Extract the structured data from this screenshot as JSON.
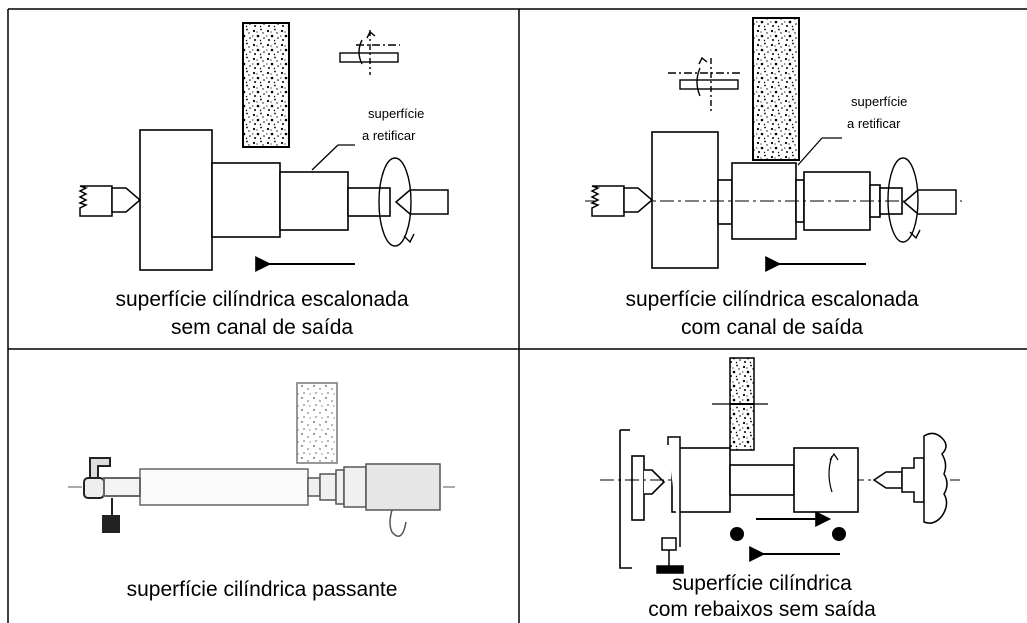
{
  "panels": [
    {
      "caption_line1": "superfície cilíndrica  escalonada",
      "caption_line2": "sem canal de saída",
      "label_line1": "superfície",
      "label_line2": "a retificar"
    },
    {
      "caption_line1": "superfície cilíndrica escalonada",
      "caption_line2": "com canal de saída",
      "label_line1": "superfície",
      "label_line2": "a retificar"
    },
    {
      "caption_line1": "superfície cilíndrica passante"
    },
    {
      "caption_line1": "superfície cilíndrica",
      "caption_line2": "com rebaixos sem saída"
    }
  ]
}
